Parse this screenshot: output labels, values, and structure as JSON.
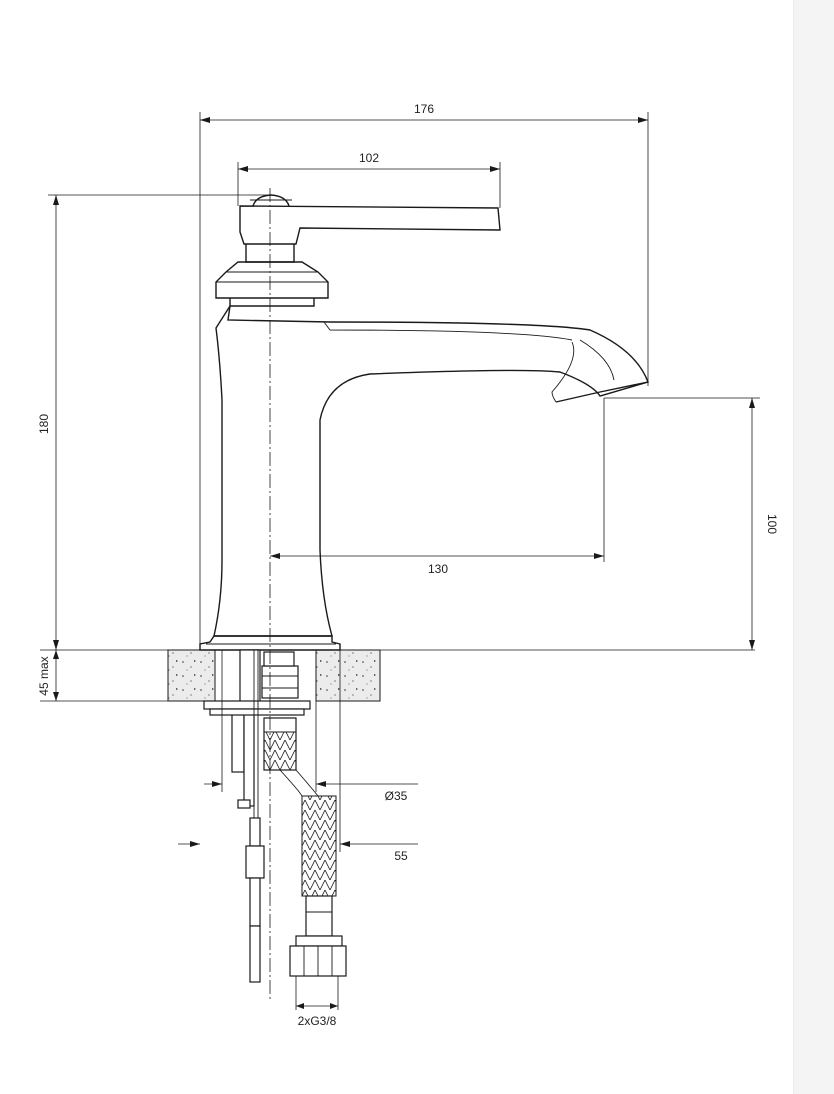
{
  "drawing": {
    "dimensions": {
      "overall_width": "176",
      "handle_reach": "102",
      "overall_height": "180",
      "spout_height": "100",
      "spout_reach": "130",
      "counter_thickness": "45 max",
      "hole_diameter": "Ø35",
      "base_diameter": "55",
      "connection": "2xG3/8"
    }
  }
}
